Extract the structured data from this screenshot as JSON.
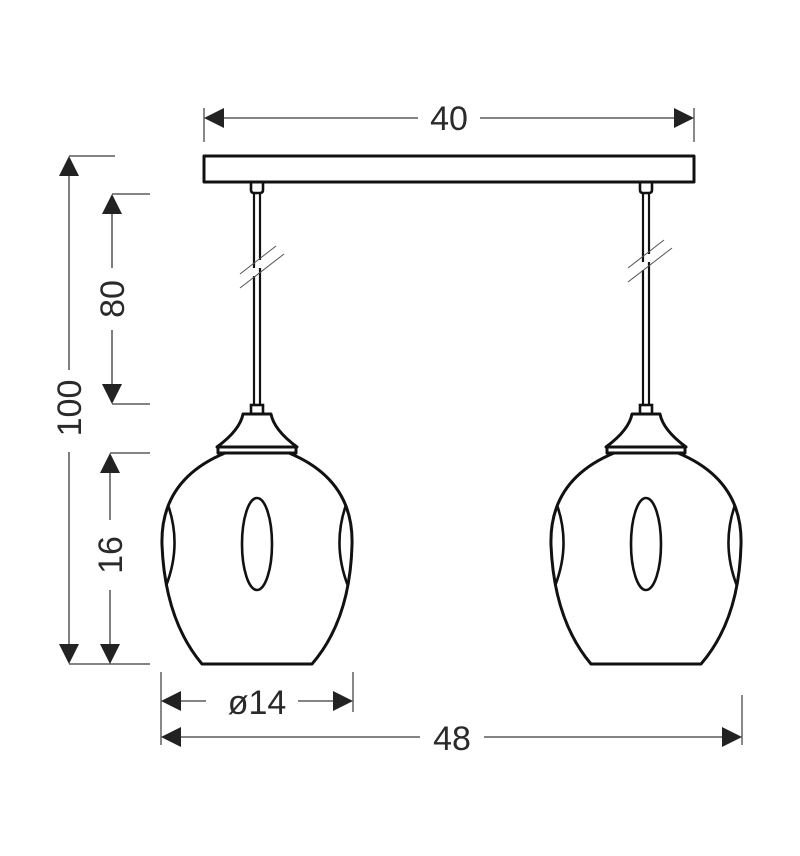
{
  "diagram": {
    "type": "technical-dimension-drawing",
    "subject": "double pendant lamp with dimpled glass shades",
    "units_shown": false,
    "colors": {
      "background": "#ffffff",
      "line": "#111111",
      "dimension": "#2a2a2a"
    },
    "dimensions": {
      "canopy_width": {
        "label": "40",
        "orientation": "horizontal"
      },
      "total_height": {
        "label": "100",
        "orientation": "vertical"
      },
      "cord_length": {
        "label": "80",
        "orientation": "vertical"
      },
      "shade_height": {
        "label": "16",
        "orientation": "vertical"
      },
      "shade_diameter": {
        "label": "ø14",
        "orientation": "horizontal"
      },
      "total_width": {
        "label": "48",
        "orientation": "horizontal"
      }
    },
    "components": {
      "canopy": "rectangular ceiling bar",
      "cords": 2,
      "shades": 2
    }
  }
}
